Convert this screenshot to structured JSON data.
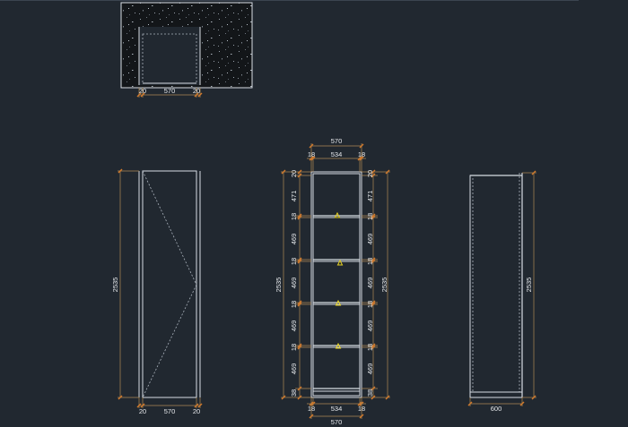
{
  "colors": {
    "background": "#212830",
    "line": "#d8dde4",
    "dimension_line": "#b08a55",
    "dimension_tick": "#d27a2c",
    "marker": "#e8d21f",
    "granite_pattern": "#131619"
  },
  "plan_view": {
    "left": "20",
    "width": "570",
    "right": "20"
  },
  "front_view": {
    "height": "2535",
    "left": "20",
    "width": "570",
    "right": "20"
  },
  "section_view": {
    "total_width": "570",
    "side_left": "18",
    "inner_width": "534",
    "side_right": "18",
    "height": "2535",
    "left_dims": [
      "20",
      "471",
      "18",
      "469",
      "18",
      "469",
      "18",
      "469",
      "18",
      "469",
      "38"
    ],
    "right_dims": [
      "20",
      "471",
      "18",
      "469",
      "18",
      "469",
      "18",
      "469",
      "18",
      "469",
      "38"
    ]
  },
  "side_view": {
    "height": "2535",
    "depth": "600"
  }
}
